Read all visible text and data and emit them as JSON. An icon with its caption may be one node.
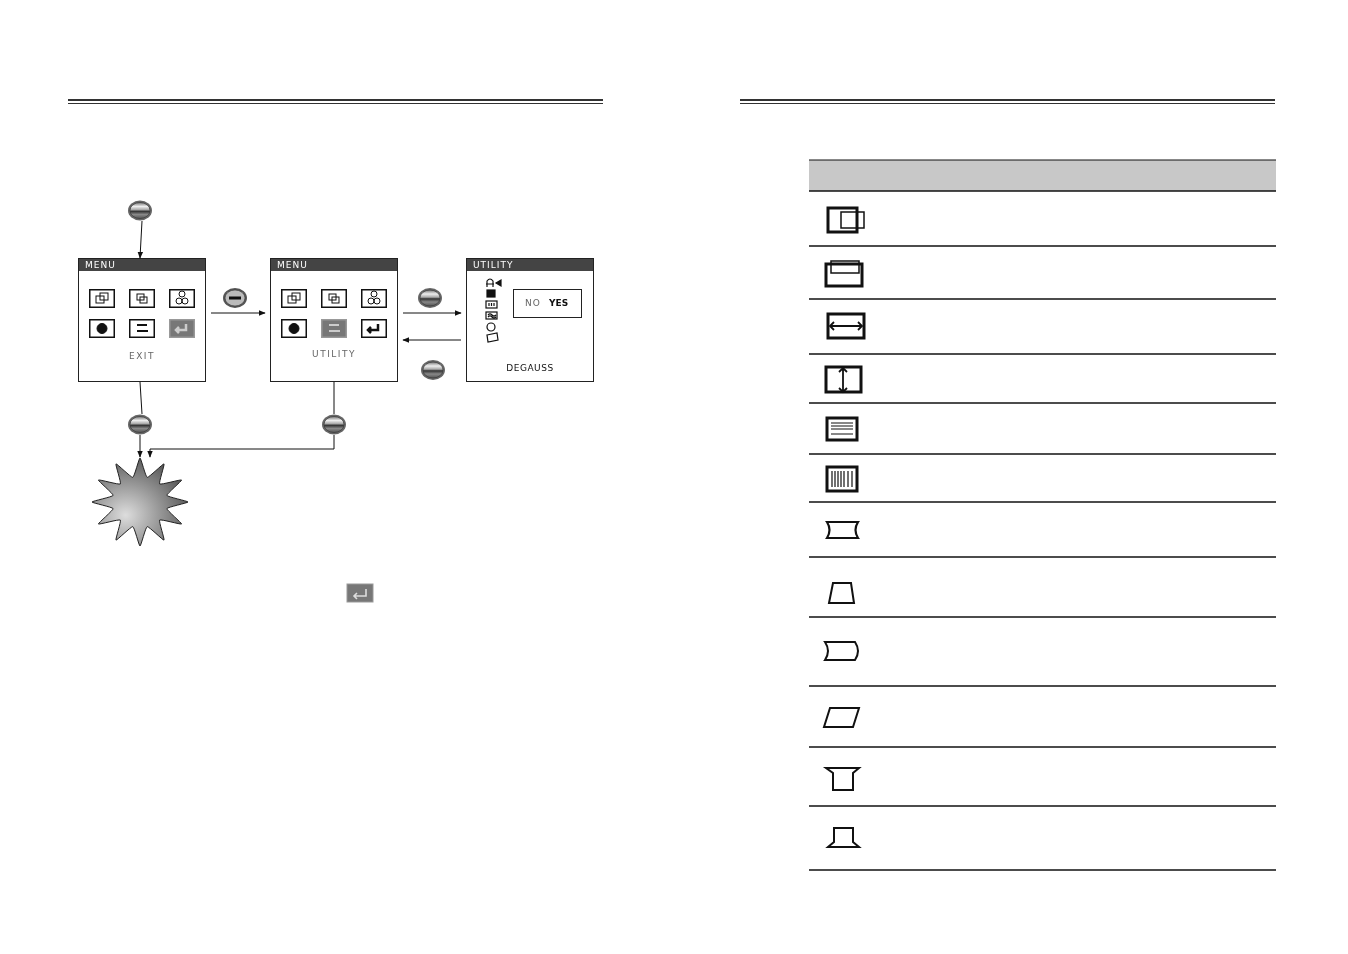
{
  "diagram": {
    "nodes": [
      {
        "text": [],
        "shape": "button"
      },
      {
        "text": [
          "MENU",
          "EXIT"
        ]
      },
      {
        "text": [
          "MENU",
          "UTILITY"
        ]
      },
      {
        "text": [
          "UTILITY",
          "DEGAUSS"
        ]
      },
      {
        "text": [
          "NO",
          "YES"
        ],
        "in": 3
      },
      {
        "text": [],
        "shape": "button"
      },
      {
        "text": [],
        "shape": "button"
      },
      {
        "text": [],
        "shape": "star"
      }
    ],
    "edges": [
      {
        "from": 0,
        "to": 1,
        "arrow": "to"
      },
      {
        "from": 1,
        "to": 2,
        "arrow": "to"
      },
      {
        "from": 2,
        "to": 3,
        "arrow": "to"
      },
      {
        "from": 3,
        "to": 2,
        "arrow": "to"
      },
      {
        "from": 1,
        "to": 5,
        "arrow": "none"
      },
      {
        "from": 2,
        "to": 6,
        "arrow": "none"
      },
      {
        "from": 5,
        "to": 7,
        "arrow": "to"
      },
      {
        "from": 6,
        "to": 7,
        "arrow": "to"
      }
    ]
  }
}
